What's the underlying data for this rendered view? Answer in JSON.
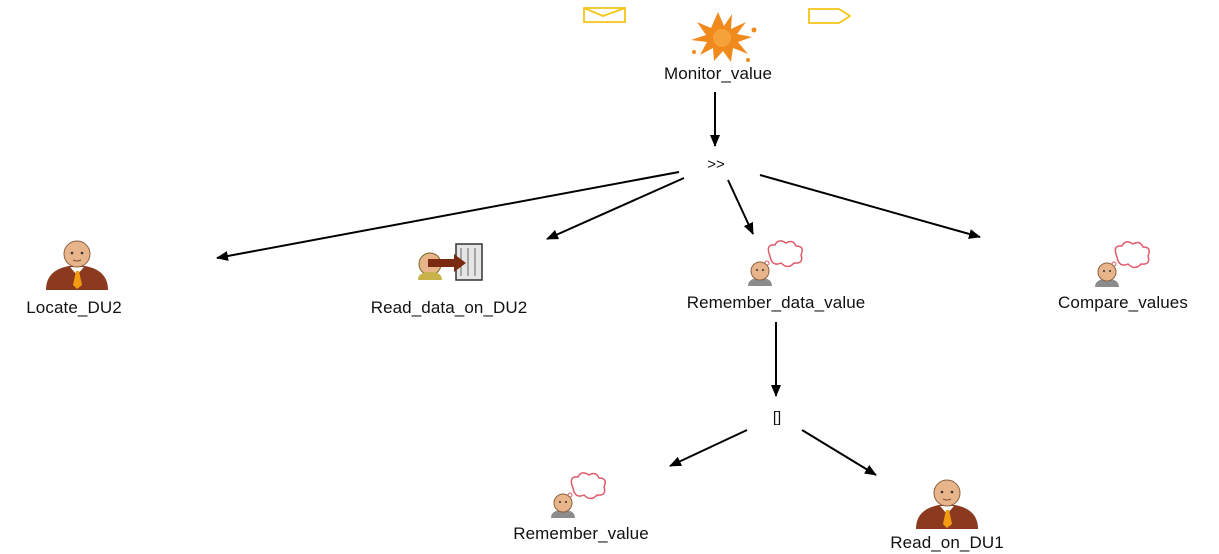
{
  "diagram": {
    "root": {
      "label": "Monitor_value",
      "icon": "splash-goal-icon"
    },
    "operators": {
      "sequence": ">>",
      "choice": "[]"
    },
    "tasks": {
      "locate_du2": {
        "label": "Locate_DU2",
        "icon": "user-icon"
      },
      "read_data_on_du2": {
        "label": "Read_data_on_DU2",
        "icon": "user-reading-screen-icon"
      },
      "remember_data_value": {
        "label": "Remember_data_value",
        "icon": "thinking-user-icon"
      },
      "compare_values": {
        "label": "Compare_values",
        "icon": "thinking-user-icon"
      },
      "remember_value": {
        "label": "Remember_value",
        "icon": "thinking-user-icon"
      },
      "read_on_du1": {
        "label": "Read_on_DU1",
        "icon": "user-icon"
      }
    },
    "markers": {
      "left": "envelope-icon",
      "right": "pentagon-tag-icon"
    }
  },
  "colors": {
    "marker_yellow": "#f5c518",
    "splash_orange": "#f08a1c",
    "skin": "#e8b48a",
    "suit_brown": "#8c3a1f",
    "tie_orange": "#f39c12",
    "cloud_red": "#e05a6a",
    "edge": "#000000"
  }
}
